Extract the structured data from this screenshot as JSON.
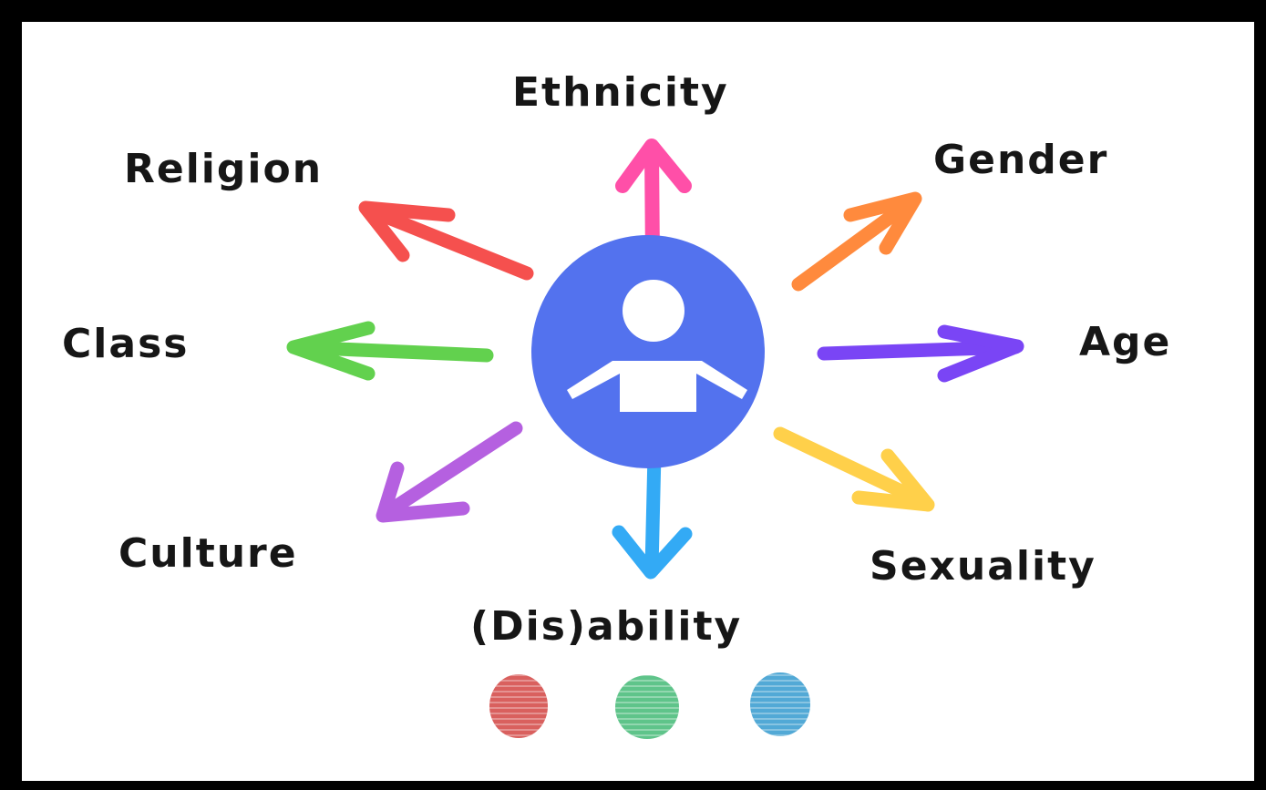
{
  "center": {
    "icon": "person-icon",
    "color": "#5372ee"
  },
  "categories": [
    {
      "id": "ethnicity",
      "label": "Ethnicity",
      "color": "#ff4fa8"
    },
    {
      "id": "gender",
      "label": "Gender",
      "color": "#ff8a3d"
    },
    {
      "id": "age",
      "label": "Age",
      "color": "#7a45f5"
    },
    {
      "id": "sexuality",
      "label": "Sexuality",
      "color": "#ffd04a"
    },
    {
      "id": "disability",
      "label": "(Dis)ability",
      "color": "#33aaf5"
    },
    {
      "id": "culture",
      "label": "Culture",
      "color": "#b560e0"
    },
    {
      "id": "class",
      "label": "Class",
      "color": "#62d14e"
    },
    {
      "id": "religion",
      "label": "Religion",
      "color": "#f5504e"
    }
  ],
  "fingerprints": [
    {
      "icon": "fingerprint-icon",
      "color": "#d9605e"
    },
    {
      "icon": "fingerprint-icon",
      "color": "#5fc48a"
    },
    {
      "icon": "fingerprint-icon",
      "color": "#52a9d6"
    }
  ]
}
